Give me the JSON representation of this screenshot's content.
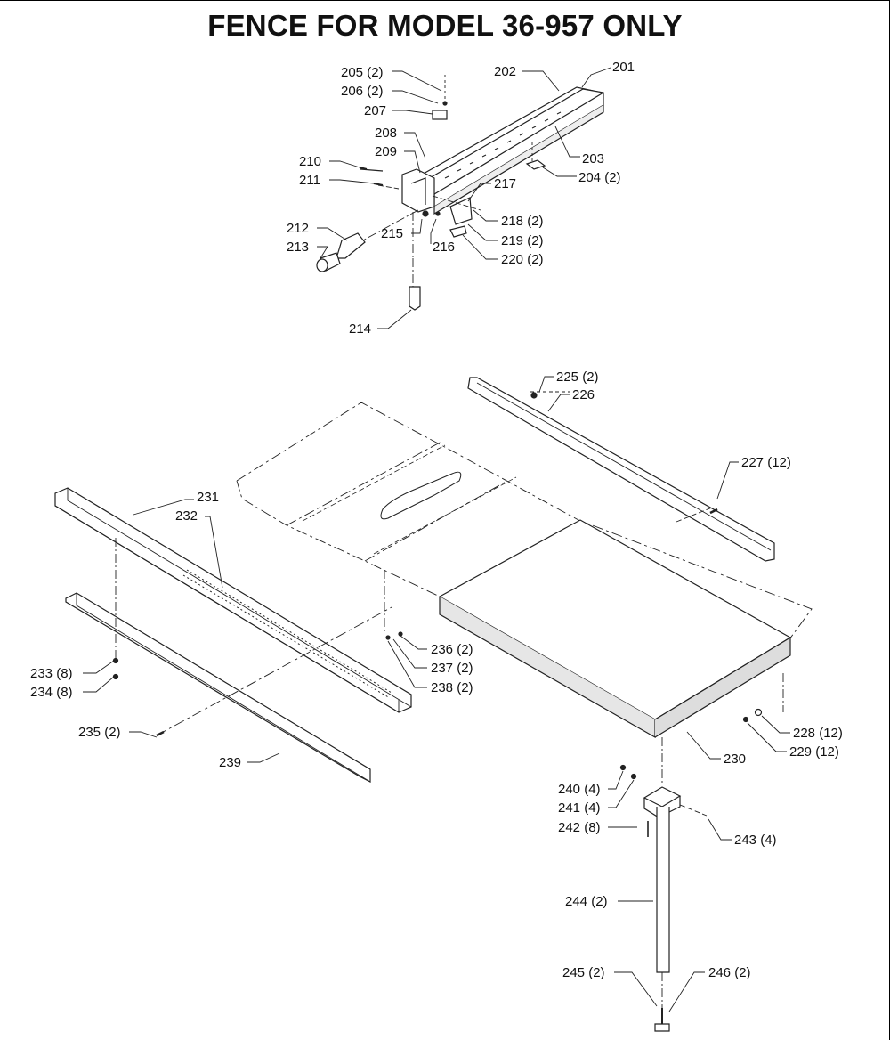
{
  "title": "FENCE FOR MODEL 36-957 ONLY",
  "callouts": [
    {
      "id": "201",
      "text": "201"
    },
    {
      "id": "202",
      "text": "202"
    },
    {
      "id": "203",
      "text": "203"
    },
    {
      "id": "204",
      "text": "204 (2)"
    },
    {
      "id": "205",
      "text": "205 (2)"
    },
    {
      "id": "206",
      "text": "206 (2)"
    },
    {
      "id": "207",
      "text": "207"
    },
    {
      "id": "208",
      "text": "208"
    },
    {
      "id": "209",
      "text": "209"
    },
    {
      "id": "210",
      "text": "210"
    },
    {
      "id": "211",
      "text": "211"
    },
    {
      "id": "212",
      "text": "212"
    },
    {
      "id": "213",
      "text": "213"
    },
    {
      "id": "214",
      "text": "214"
    },
    {
      "id": "215",
      "text": "215"
    },
    {
      "id": "216",
      "text": "216"
    },
    {
      "id": "217",
      "text": "217"
    },
    {
      "id": "218",
      "text": "218 (2)"
    },
    {
      "id": "219",
      "text": "219 (2)"
    },
    {
      "id": "220",
      "text": "220 (2)"
    },
    {
      "id": "225",
      "text": "225 (2)"
    },
    {
      "id": "226",
      "text": "226"
    },
    {
      "id": "227",
      "text": "227 (12)"
    },
    {
      "id": "228",
      "text": "228 (12)"
    },
    {
      "id": "229",
      "text": "229 (12)"
    },
    {
      "id": "230",
      "text": "230"
    },
    {
      "id": "231",
      "text": "231"
    },
    {
      "id": "232",
      "text": "232"
    },
    {
      "id": "233",
      "text": "233 (8)"
    },
    {
      "id": "234",
      "text": "234 (8)"
    },
    {
      "id": "235",
      "text": "235 (2)"
    },
    {
      "id": "236",
      "text": "236 (2)"
    },
    {
      "id": "237",
      "text": "237 (2)"
    },
    {
      "id": "238",
      "text": "238 (2)"
    },
    {
      "id": "239",
      "text": "239"
    },
    {
      "id": "240",
      "text": "240 (4)"
    },
    {
      "id": "241",
      "text": "241 (4)"
    },
    {
      "id": "242",
      "text": "242 (8)"
    },
    {
      "id": "243",
      "text": "243 (4)"
    },
    {
      "id": "244",
      "text": "244 (2)"
    },
    {
      "id": "245",
      "text": "245 (2)"
    },
    {
      "id": "246",
      "text": "246 (2)"
    }
  ]
}
